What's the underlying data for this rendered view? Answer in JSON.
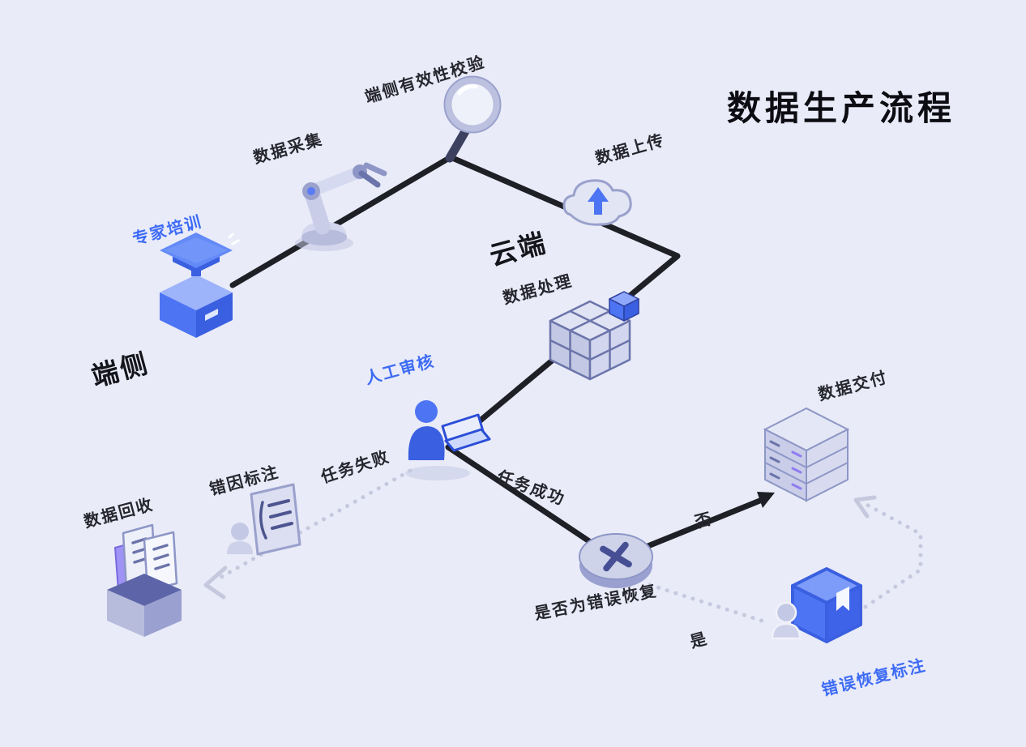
{
  "title": "数据生产流程",
  "zones": {
    "device": {
      "label": "端侧"
    },
    "cloud": {
      "label": "云端"
    }
  },
  "nodes": {
    "expert_training": {
      "label": "专家培训",
      "icon": "graduation-podium-icon"
    },
    "data_collection": {
      "label": "数据采集",
      "icon": "robot-arm-icon"
    },
    "device_validity_check": {
      "label": "端侧有效性校验",
      "icon": "magnifier-icon"
    },
    "data_upload": {
      "label": "数据上传",
      "icon": "cloud-upload-icon"
    },
    "data_processing": {
      "label": "数据处理",
      "icon": "cube-blocks-icon"
    },
    "manual_review": {
      "label": "人工审核",
      "icon": "person-laptop-icon"
    },
    "error_cause_annotation": {
      "label": "错因标注",
      "icon": "person-document-icon"
    },
    "data_recycling": {
      "label": "数据回收",
      "icon": "box-papers-icon"
    },
    "recovery_decision": {
      "label": "是否为错误恢复",
      "icon": "decision-x-icon"
    },
    "data_delivery": {
      "label": "数据交付",
      "icon": "server-stack-icon"
    },
    "error_recovery_annotation": {
      "label": "错误恢复标注",
      "icon": "person-book-icon"
    }
  },
  "edges": {
    "task_failed": {
      "label": "任务失败",
      "style": "dotted"
    },
    "task_success": {
      "label": "任务成功",
      "style": "solid"
    },
    "decision_no": {
      "label": "否",
      "style": "solid"
    },
    "decision_yes": {
      "label": "是",
      "style": "dotted"
    }
  },
  "colors": {
    "background": "#e9ebf8",
    "accent": "#3d6bf5",
    "ink": "#15151c",
    "label": "#26262e",
    "solid": "#1f1f26",
    "dotted": "#c6c9de"
  }
}
